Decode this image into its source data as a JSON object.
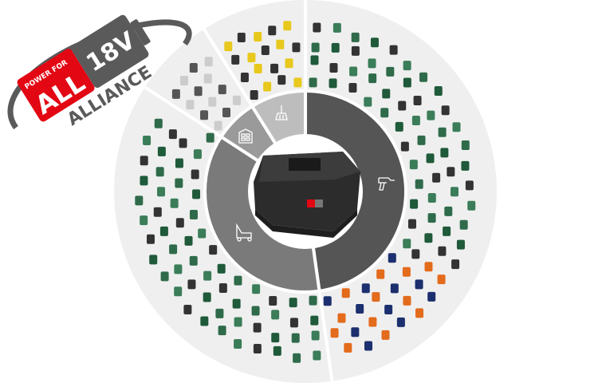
{
  "logo": {
    "top_line": "POWER FOR",
    "brand": "ALL",
    "voltage": "18V",
    "alliance": "ALLIANCE",
    "red": "#e30613",
    "gray": "#5a5a5a"
  },
  "wheel": {
    "center_item": "battery-pack",
    "segments": [
      {
        "name": "power-tools",
        "icon": "drill-icon",
        "color": "#555555",
        "start_deg": 0,
        "end_deg": 172
      },
      {
        "name": "garden-tools",
        "icon": "lawnmower-icon",
        "color": "#7a7a7a",
        "start_deg": 172,
        "end_deg": 303
      },
      {
        "name": "home-tools",
        "icon": "house-icon",
        "color": "#9a9a9a",
        "start_deg": 303,
        "end_deg": 328
      },
      {
        "name": "cleaning-tools",
        "icon": "broom-icon",
        "color": "#bdbdbd",
        "start_deg": 328,
        "end_deg": 360
      }
    ],
    "outer_ring_color": "#eeeeee"
  }
}
